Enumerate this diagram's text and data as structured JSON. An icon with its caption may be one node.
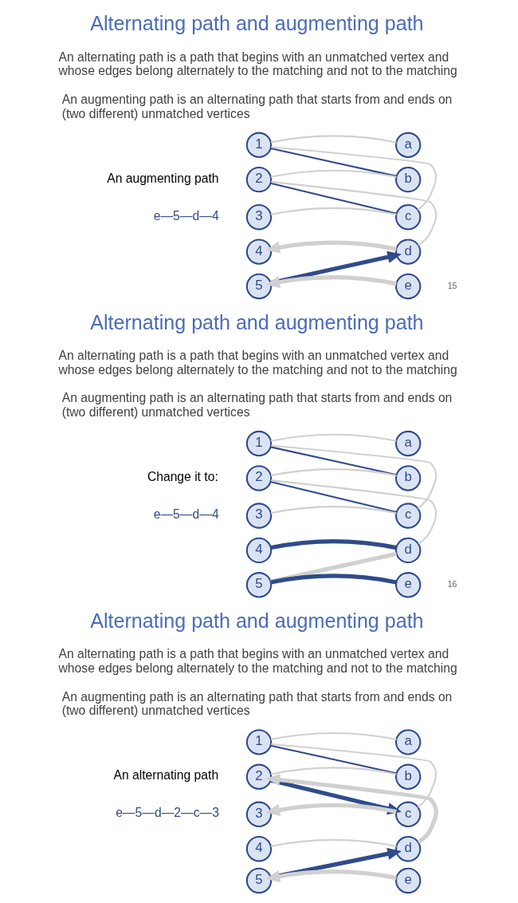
{
  "diagram": {
    "nodes": [
      {
        "text": [
          "1"
        ]
      },
      {
        "text": [
          "2"
        ]
      },
      {
        "text": [
          "3"
        ]
      },
      {
        "text": [
          "4"
        ]
      },
      {
        "text": [
          "5"
        ]
      },
      {
        "text": [
          "a"
        ]
      },
      {
        "text": [
          "b"
        ]
      },
      {
        "text": [
          "c"
        ]
      },
      {
        "text": [
          "d"
        ]
      },
      {
        "text": [
          "e"
        ]
      },
      {
        "text": [
          "1"
        ]
      },
      {
        "text": [
          "2"
        ]
      },
      {
        "text": [
          "3"
        ]
      },
      {
        "text": [
          "4"
        ]
      },
      {
        "text": [
          "5"
        ]
      },
      {
        "text": [
          "a"
        ]
      },
      {
        "text": [
          "b"
        ]
      },
      {
        "text": [
          "c"
        ]
      },
      {
        "text": [
          "d"
        ]
      },
      {
        "text": [
          "e"
        ]
      },
      {
        "text": [
          "1"
        ]
      },
      {
        "text": [
          "2"
        ]
      },
      {
        "text": [
          "3"
        ]
      },
      {
        "text": [
          "4"
        ]
      },
      {
        "text": [
          "5"
        ]
      },
      {
        "text": [
          "a"
        ]
      },
      {
        "text": [
          "b"
        ]
      },
      {
        "text": [
          "c"
        ]
      },
      {
        "text": [
          "d"
        ]
      },
      {
        "text": [
          "e"
        ]
      }
    ],
    "edges": [
      {
        "from": 0,
        "to": 5,
        "arrow": "none"
      },
      {
        "from": 0,
        "to": 6,
        "arrow": "none",
        "color": "#2f4b8a"
      },
      {
        "from": 0,
        "to": 7,
        "arrow": "none"
      },
      {
        "from": 1,
        "to": 6,
        "arrow": "none"
      },
      {
        "from": 1,
        "to": 7,
        "arrow": "none",
        "color": "#2f4b8a"
      },
      {
        "from": 1,
        "to": 8,
        "arrow": "none"
      },
      {
        "from": 2,
        "to": 7,
        "arrow": "none"
      },
      {
        "from": 8,
        "to": 3,
        "arrow": "to",
        "style": "thick"
      },
      {
        "from": 4,
        "to": 8,
        "arrow": "to",
        "style": "thick",
        "color": "#2f4b8a"
      },
      {
        "from": 9,
        "to": 4,
        "arrow": "to",
        "style": "thick"
      },
      {
        "from": 10,
        "to": 15,
        "arrow": "none"
      },
      {
        "from": 10,
        "to": 16,
        "arrow": "none",
        "color": "#2f4b8a"
      },
      {
        "from": 10,
        "to": 17,
        "arrow": "none"
      },
      {
        "from": 11,
        "to": 16,
        "arrow": "none"
      },
      {
        "from": 11,
        "to": 17,
        "arrow": "none",
        "color": "#2f4b8a"
      },
      {
        "from": 11,
        "to": 18,
        "arrow": "none"
      },
      {
        "from": 12,
        "to": 17,
        "arrow": "none"
      },
      {
        "from": 13,
        "to": 18,
        "arrow": "none",
        "style": "thick",
        "color": "#2f4b8a"
      },
      {
        "from": 14,
        "to": 18,
        "arrow": "none",
        "style": "thick"
      },
      {
        "from": 14,
        "to": 19,
        "arrow": "none",
        "style": "thick",
        "color": "#2f4b8a"
      },
      {
        "from": 20,
        "to": 25,
        "arrow": "none"
      },
      {
        "from": 20,
        "to": 26,
        "arrow": "none",
        "color": "#2f4b8a"
      },
      {
        "from": 20,
        "to": 27,
        "arrow": "none"
      },
      {
        "from": 21,
        "to": 26,
        "arrow": "none"
      },
      {
        "from": 21,
        "to": 27,
        "arrow": "to",
        "style": "thick",
        "color": "#2f4b8a"
      },
      {
        "from": 27,
        "to": 22,
        "arrow": "to",
        "style": "thick"
      },
      {
        "from": 28,
        "to": 21,
        "arrow": "to",
        "style": "thick"
      },
      {
        "from": 23,
        "to": 28,
        "arrow": "none"
      },
      {
        "from": 24,
        "to": 28,
        "arrow": "to",
        "style": "thick",
        "color": "#2f4b8a"
      },
      {
        "from": 29,
        "to": 24,
        "arrow": "to",
        "style": "thick"
      }
    ],
    "labels": [
      "Alternating path and augmenting path",
      "An alternating path is a path that begins with an unmatched vertex and whose edges belong alternately to the matching and not to the matching",
      "An augmenting path is an alternating path that starts from and ends on (two different) unmatched vertices",
      "An augmenting path",
      "e—5—d—4",
      "15",
      "Alternating path and augmenting path",
      "An alternating path is a path that begins with an unmatched vertex and whose edges belong alternately to the matching and not to the matching",
      "An augmenting path is an alternating path that starts from and ends on (two different) unmatched vertices",
      "Change it to:",
      "e—5—d—4",
      "16",
      "Alternating path and augmenting path",
      "An alternating path is a path that begins with an unmatched vertex and whose edges belong alternately to the matching and not to the matching",
      "An augmenting path is an alternating path that starts from and ends on (two different) unmatched vertices",
      "An alternating path",
      "e—5—d—2—c—3"
    ]
  }
}
